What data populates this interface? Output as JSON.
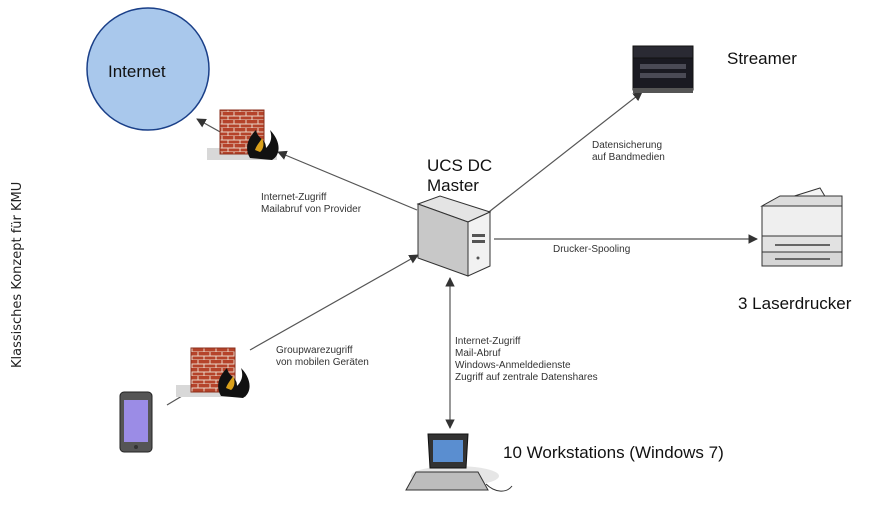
{
  "side_label": "Klassisches Konzept für KMU",
  "nodes": {
    "internet": "Internet",
    "server_line1": "UCS DC",
    "server_line2": "Master",
    "streamer": "Streamer",
    "printers": "3 Laserdrucker",
    "workstations": "10 Workstations (Windows 7)"
  },
  "edges": {
    "internet": [
      "Internet-Zugriff",
      "Mailabruf von Provider"
    ],
    "streamer": [
      "Datensicherung",
      "auf Bandmedien"
    ],
    "printer": "Drucker-Spooling",
    "mobile": [
      "Groupwarezugriff",
      "von mobilen Geräten"
    ],
    "workstations": [
      "Internet-Zugriff",
      "Mail-Abruf",
      "Windows-Anmeldedienste",
      "Zugriff auf zentrale Datenshares"
    ]
  },
  "colors": {
    "internet_fill": "#a9c8ec",
    "internet_stroke": "#1a3f88",
    "brick": "#b5432a",
    "line": "#555555"
  }
}
